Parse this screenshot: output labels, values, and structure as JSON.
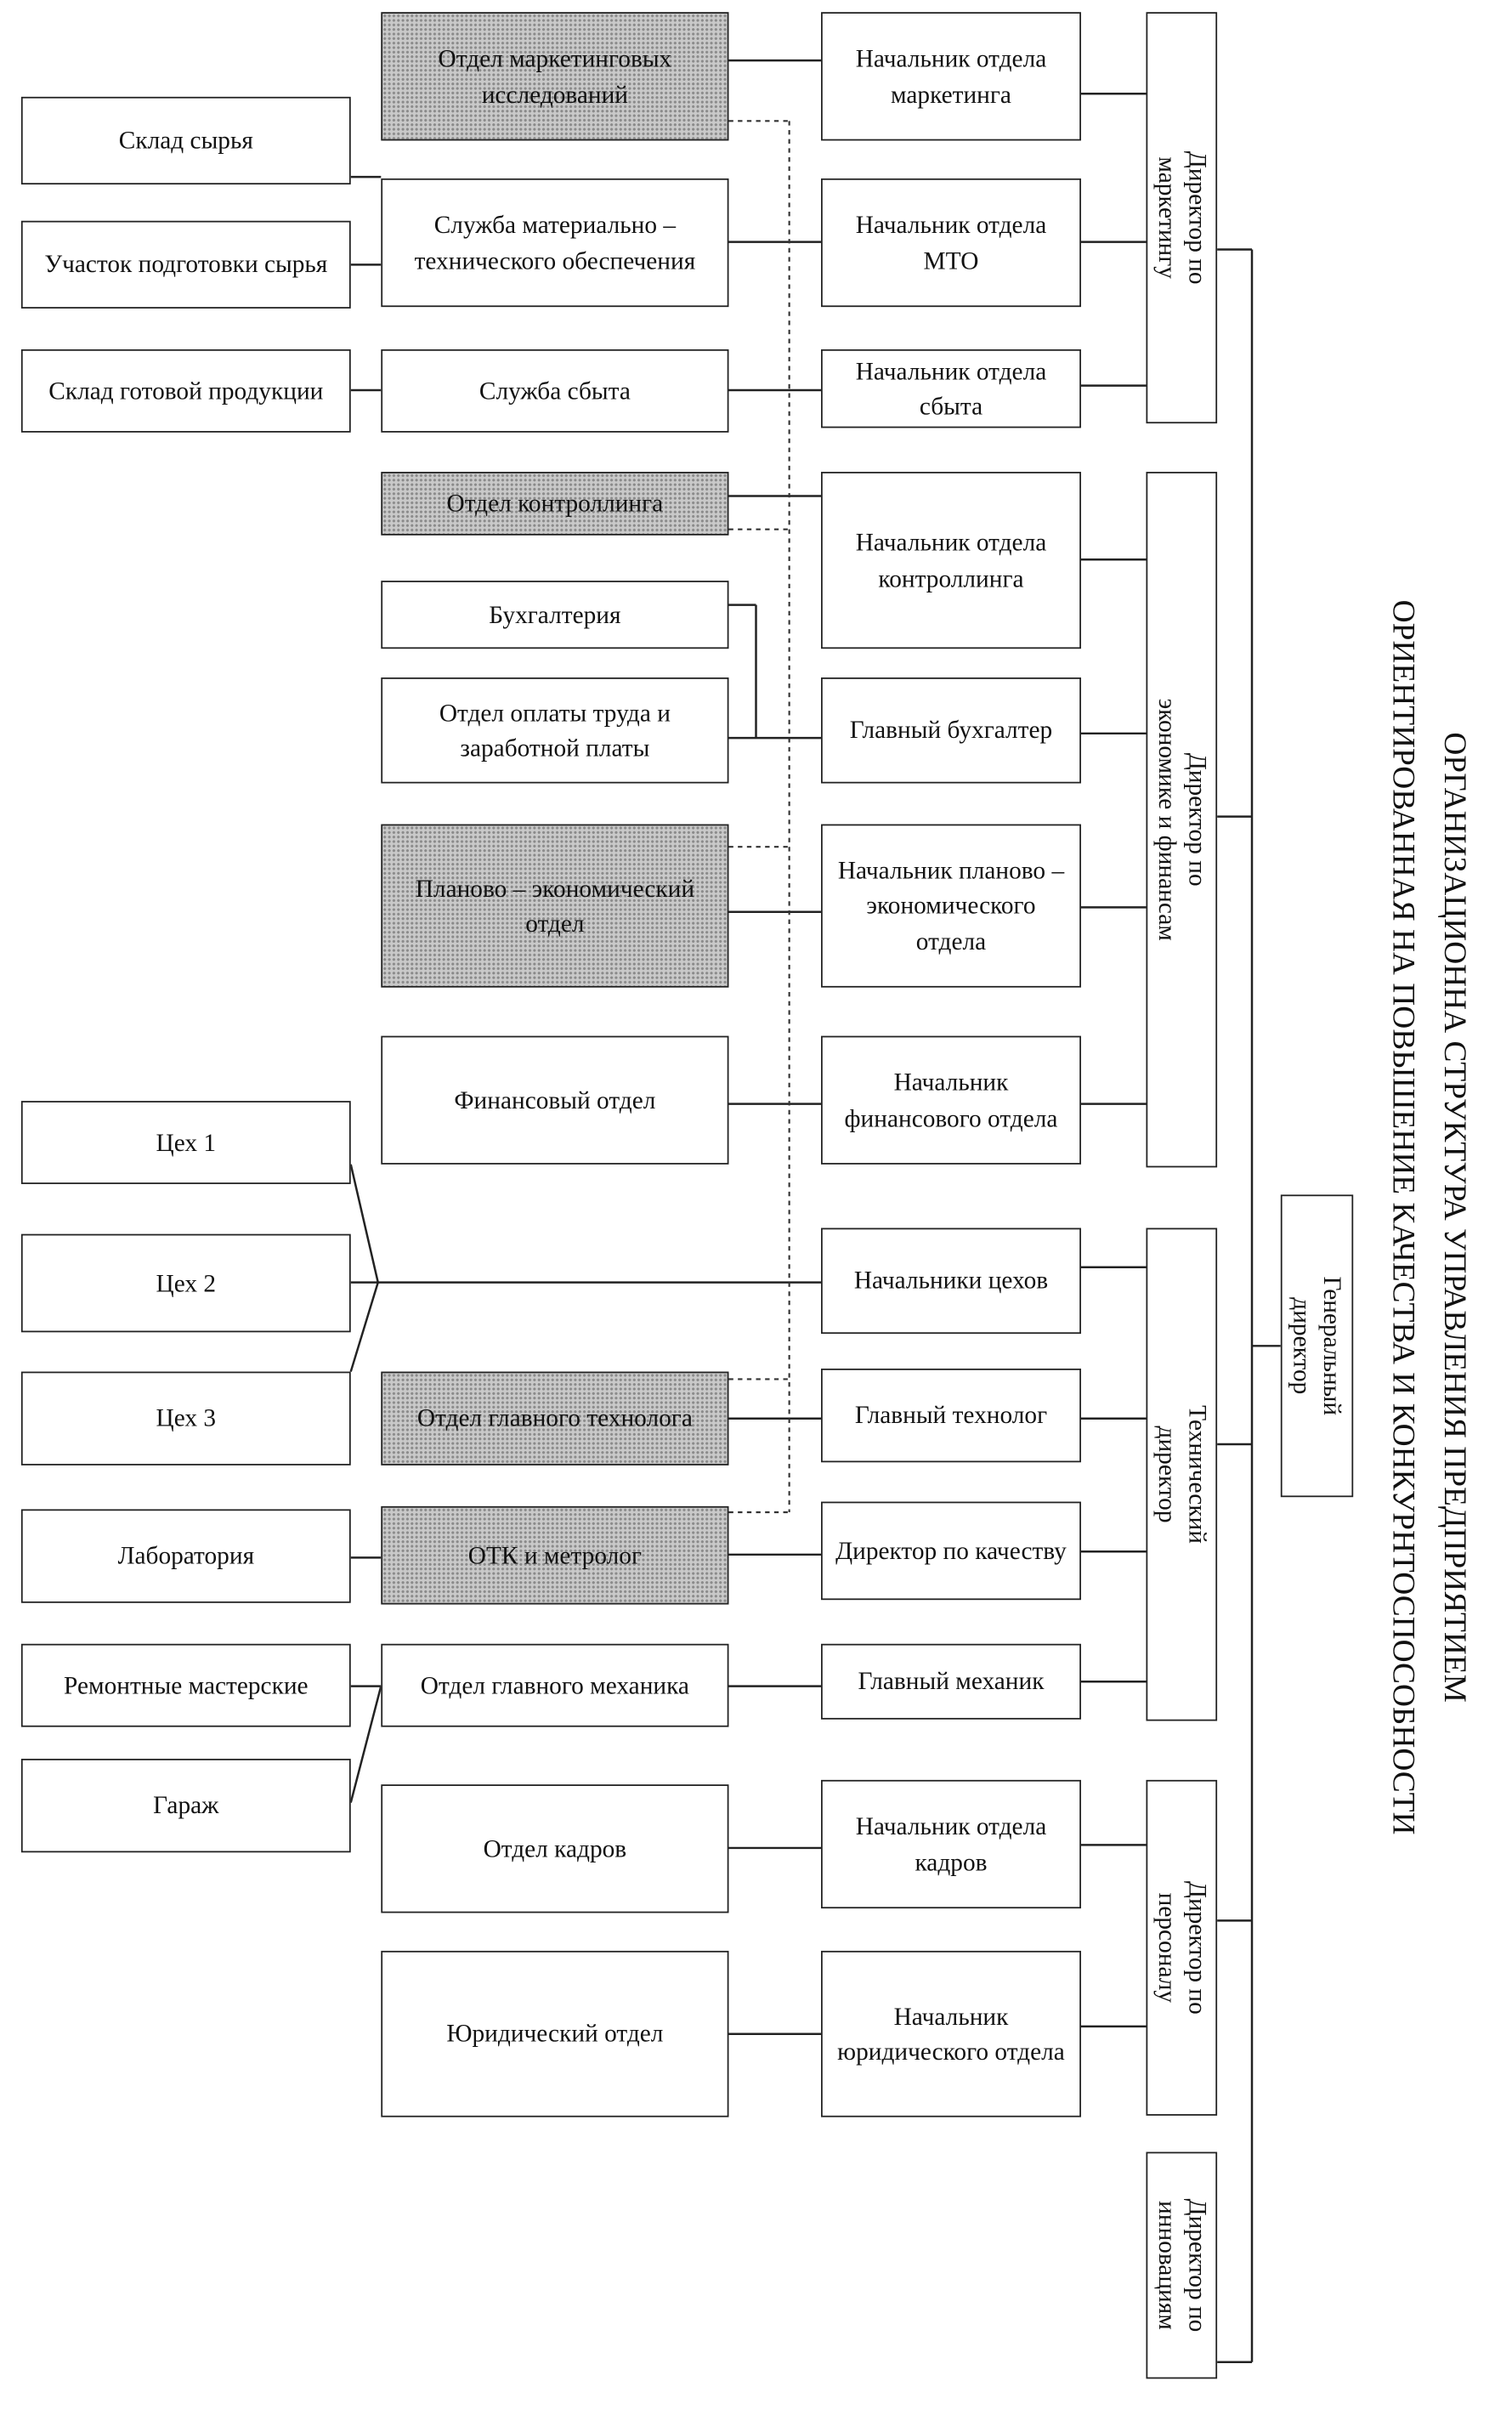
{
  "title": {
    "line1": "ОРГАНИЗАЦИОННА СТРУКТУРА УПРАВЛЕНИЯ ПРЕДПРИЯТИЕМ",
    "line2": "ОРИЕНТИРОВАННАЯ НА ПОВЫШЕНИЕ КАЧЕСТВА И КОНКУРНТОСПОСОБНОСТИ"
  },
  "general_director": "Генеральный\nдиректор",
  "directors": {
    "marketing": "Директор по\nмаркетингу",
    "economics": "Директор по\nэкономике и финансам",
    "technical": "Технический\nдиректор",
    "personnel": "Директор по\nперсоналу",
    "innovation": "Директор по\nинновациям"
  },
  "heads": {
    "marketing": "Начальник отдела маркетинга",
    "mto": "Начальник отдела МТО",
    "sales": "Начальник отдела сбыта",
    "controlling": "Начальник отдела контроллинга",
    "chief_accountant": "Главный бухгалтер",
    "planning": "Начальник планово – экономического отдела",
    "finance": "Начальник финансового отдела",
    "workshops": "Начальники цехов",
    "technologist": "Главный технолог",
    "quality": "Директор по качеству",
    "mechanic": "Главный механик",
    "hr": "Начальник отдела кадров",
    "legal": "Начальник юридического отдела"
  },
  "departments": {
    "marketing_research": "Отдел маркетинговых исследований",
    "mto_service": "Служба материально – технического обеспечения",
    "sales_service": "Служба сбыта",
    "controlling": "Отдел контроллинга",
    "accounting": "Бухгалтерия",
    "payroll": "Отдел оплаты труда и заработной платы",
    "planning": "Планово – экономический отдел",
    "finance": "Финансовый отдел",
    "technologist": "Отдел главного технолога",
    "qc": "ОТК и метролог",
    "mechanic": "Отдел главного механика",
    "hr": "Отдел кадров",
    "legal": "Юридический отдел"
  },
  "units": {
    "raw_storage": "Склад сырья",
    "raw_prep": "Участок подготовки сырья",
    "finished_storage": "Склад готовой продукции",
    "shop1": "Цех 1",
    "shop2": "Цех 2",
    "shop3": "Цех 3",
    "lab": "Лаборатория",
    "repair": "Ремонтные мастерские",
    "garage": "Гараж"
  }
}
